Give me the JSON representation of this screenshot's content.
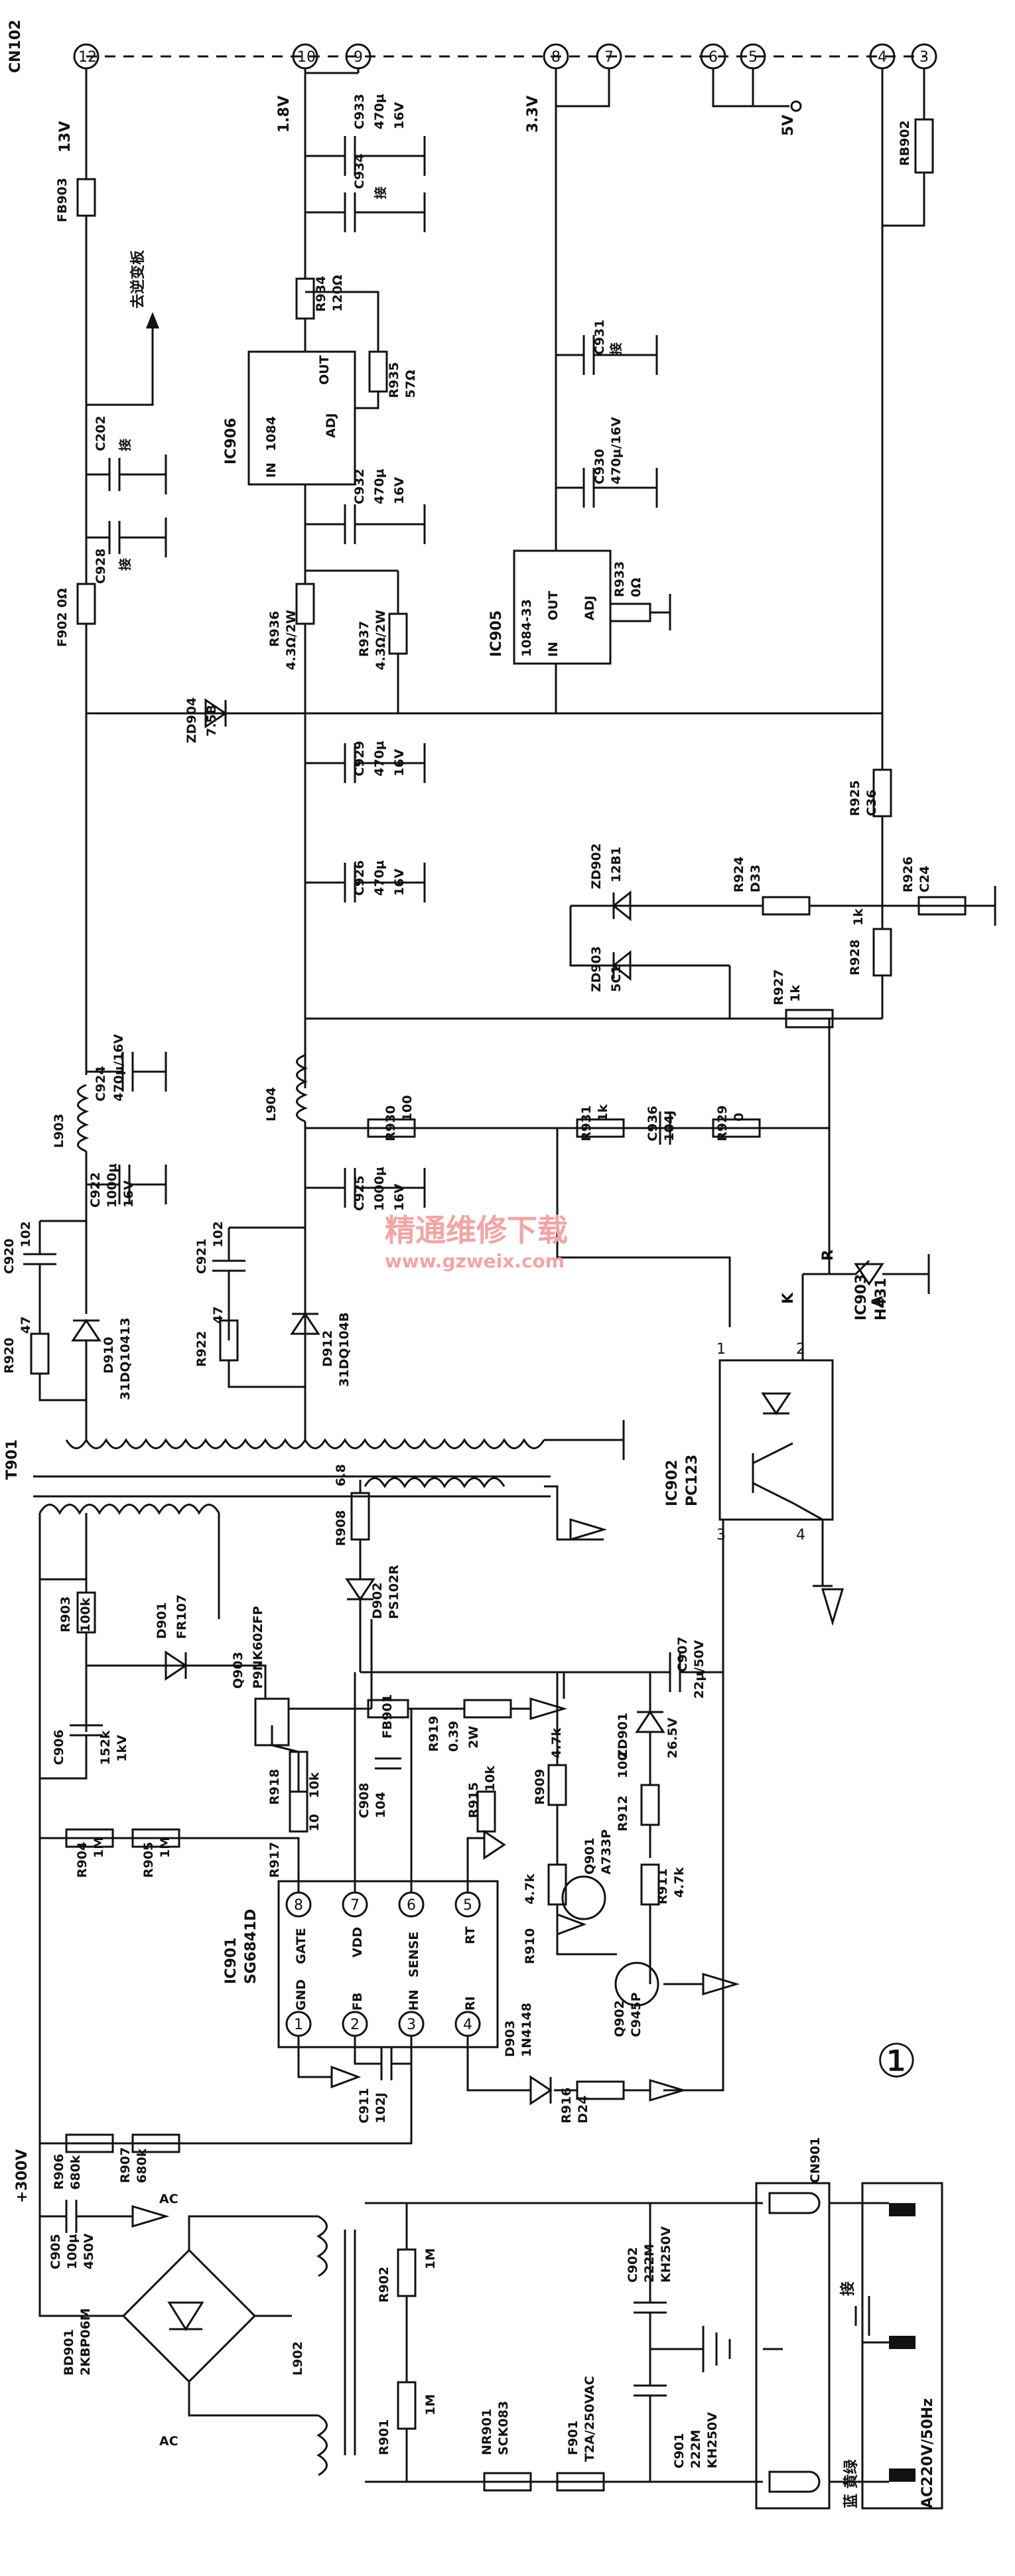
{
  "connector_cn102": {
    "ref": "CN102",
    "pins": [
      "12",
      "10",
      "9",
      "8",
      "7",
      "6",
      "5",
      "4",
      "3"
    ],
    "rails": {
      "v13": "13V",
      "v18": "1.8V",
      "v33": "3.3V",
      "v5": "5V"
    }
  },
  "to_inverter": "去逆变板",
  "watermark": {
    "cn": "精通维修下载",
    "url": "www.gzweix.com"
  },
  "figure_number": "①",
  "hv_rail": "+300V",
  "mains": "AC220V/50Hz",
  "wire_colors": "蓝 黄绿",
  "earth_mark": "接",
  "ic": {
    "ic906": {
      "ref": "IC906",
      "part": "1084",
      "out": "OUT",
      "in": "IN",
      "adj": "ADJ"
    },
    "ic905": {
      "ref": "IC905",
      "part": "1084-33",
      "in": "IN",
      "out": "OUT",
      "adj": "ADJ"
    },
    "ic901": {
      "ref": "IC901",
      "part": "SG6841D",
      "pins": [
        {
          "n": "1",
          "name": "GND"
        },
        {
          "n": "2",
          "name": "FB"
        },
        {
          "n": "3",
          "name": "HN"
        },
        {
          "n": "4",
          "name": "RI"
        },
        {
          "n": "5",
          "name": "RT"
        },
        {
          "n": "6",
          "name": "SENSE"
        },
        {
          "n": "7",
          "name": "VDD"
        },
        {
          "n": "8",
          "name": "GATE"
        }
      ]
    },
    "ic902": {
      "ref": "IC902",
      "part": "PC123",
      "p1": "1",
      "p2": "2",
      "p3": "3",
      "p4": "4"
    },
    "ic903": {
      "ref": "IC903",
      "part": "H431",
      "k": "K",
      "r": "R",
      "a": "A"
    }
  },
  "components": {
    "fb903": "FB903",
    "f902": "F902 0Ω",
    "c202": "C202",
    "c202v": "接",
    "c928": "C928",
    "c928v": "接",
    "c933": "C933",
    "c933v": "470μ",
    "c933u": "16V",
    "c934": "C934",
    "c934v": "接",
    "r934": "R934",
    "r934v": "120Ω",
    "r935": "R935",
    "r935v": "57Ω",
    "c932": "C932",
    "c932v": "470μ",
    "c932u": "16V",
    "c931": "C931",
    "c931v": "接",
    "c930": "C930",
    "c930v": "470μ/16V",
    "r933": "R933",
    "r933v": "0Ω",
    "rb902": "RB902",
    "zd904": "ZD904",
    "zd904v": "7.5B",
    "r936": "R936",
    "r936v": "4.3Ω/2W",
    "r937": "R937",
    "r937v": "4.3Ω/2W",
    "c929": "C929",
    "c929v": "470μ",
    "c929u": "16V",
    "c926": "C926",
    "c926v": "470μ",
    "c926u": "16V",
    "r925": "R925",
    "r925v": "C36",
    "zd902": "ZD902",
    "zd902v": "12B1",
    "r924": "R924",
    "r924v": "D33",
    "r926": "R926",
    "r926v": "C24",
    "zd903": "ZD903",
    "zd903v": "5C1",
    "r928": "R928",
    "r928v": "1k",
    "r927": "R927",
    "r927v": "1k",
    "c924": "C924",
    "c924v": "470μ/16V",
    "l903": "L903",
    "l904": "L904",
    "c922": "C922",
    "c922v": "1000μ",
    "c922u": "16V",
    "r930": "R930",
    "r930v": "100",
    "r931": "R931",
    "r931v": "1k",
    "c936": "C936",
    "c936v": "104J",
    "r929": "R929",
    "r929v": "0",
    "c925": "C925",
    "c925v": "1000μ",
    "c925u": "16V",
    "c920": "C920",
    "c920v": "102",
    "c921": "C921",
    "c921v": "102",
    "d910": "D910",
    "d910v": "31DQ10413",
    "d912": "D912",
    "d912v": "31DQ104B",
    "r920": "R920",
    "r920v": "47",
    "r922": "R922",
    "r922v": "47",
    "t901": "T901",
    "r903": "R903",
    "r903v": "100k",
    "d901": "D901",
    "d901v": "FR107",
    "q903": "Q903",
    "q903v": "P9NK60ZFP",
    "r908": "R908",
    "r908v": "6.8",
    "d902": "D902",
    "d902v": "PS102R",
    "c907": "C907",
    "c907v": "22μ/50V",
    "c906": "C906",
    "c906v": "152k",
    "c906u": "1kV",
    "fb901": "FB901",
    "r918": "R918",
    "r918v": "10k",
    "c908": "C908",
    "c908v": "104",
    "r919": "R919",
    "r919v": "0.39",
    "r919u": "2W",
    "zd901": "ZD901",
    "zd901v": "26.5V",
    "r904": "R904",
    "r904v": "1M",
    "r905": "R905",
    "r905v": "1M",
    "r917": "R917",
    "r917v": "10",
    "r915": "R915",
    "r915v": "10k",
    "r909": "R909",
    "r909v": "4.7k",
    "r912": "R912",
    "r912v": "100",
    "q901": "Q901",
    "q901v": "A733P",
    "r911": "R911",
    "r911v": "4.7k",
    "r910": "R910",
    "r910v": "4.7k",
    "q902": "Q902",
    "q902v": "C945P",
    "d903": "D903",
    "d903v": "1N4148",
    "r916": "R916",
    "r916v": "D24",
    "c911": "C911",
    "c911v": "102J",
    "r906": "R906",
    "r906v": "680k",
    "r907": "R907",
    "r907v": "680k",
    "c905": "C905",
    "c905v": "100μ",
    "c905u": "450V",
    "bd901": "BD901",
    "bd901v": "2KBP06M",
    "ac1": "AC",
    "ac2": "AC",
    "l902": "L902",
    "r902": "R902",
    "r902v": "1M",
    "r901": "R901",
    "r901v": "1M",
    "c902": "C902",
    "c902v": "222M",
    "c902u": "KH250V",
    "c901": "C901",
    "c901v": "222M",
    "c901u": "KH250V",
    "nr901": "NR901",
    "nr901v": "SCK083",
    "f901": "F901",
    "f901v": "T2A/250VAC",
    "cn901": "CN901"
  }
}
